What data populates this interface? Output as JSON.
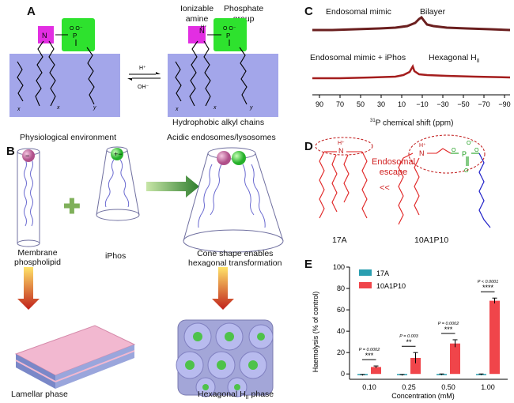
{
  "panel_a": {
    "label": "A",
    "ionizable_amine": [
      "Ionizable",
      "amine"
    ],
    "phosphate_group": [
      "Phosphate",
      "group"
    ],
    "forward": "H⁺",
    "reverse": "OH⁻",
    "physiological": "Physiological environment",
    "alkyl_chains": "Hydrophobic alkyl chains",
    "acidic": "Acidic endosomes/lysosomes",
    "sub_x": "x",
    "sub_y": "y",
    "colors": {
      "membrane": "#a3a6ea",
      "amine": "#e22ee2",
      "phosphate": "#2ee22e"
    }
  },
  "panel_b": {
    "label": "B",
    "membrane_phospholipid": [
      "Membrane",
      "phospholipid"
    ],
    "iphos": "iPhos",
    "cone": [
      "Cone shape enables",
      "hexagonal transformation"
    ],
    "lamellar": "Lamellar phase",
    "hexagonal": "Hexagonal H",
    "hexagonal_sub": "II",
    "hexagonal_suffix": " phase"
  },
  "panel_c": {
    "label": "C",
    "top_left": "Endosomal mimic",
    "top_right": "Bilayer",
    "bottom_left": "Endosomal mimic + iPhos",
    "bottom_right": "Hexagonal H",
    "bottom_right_sub": "II",
    "axis_label": "P chemical shift (ppm)",
    "axis_sup": "31",
    "ticks": [
      "90",
      "70",
      "50",
      "30",
      "10",
      "−10",
      "−30",
      "−50",
      "−70",
      "−90"
    ]
  },
  "panel_d": {
    "label": "D",
    "escape": [
      "Endosomal",
      "escape"
    ],
    "less": "<<",
    "left_name": "17A",
    "right_name": "10A1P10",
    "nh": "N",
    "h_plus": "H⁺"
  },
  "panel_e": {
    "label": "E",
    "chart_data": {
      "type": "bar",
      "categories": [
        "0.10",
        "0.25",
        "0.50",
        "1.00"
      ],
      "series": [
        {
          "name": "17A",
          "values": [
            -1,
            -1,
            -0.5,
            -0.5
          ],
          "errors": [
            0.5,
            0.5,
            0.5,
            0.5
          ],
          "color": "#2a9eb0"
        },
        {
          "name": "10A1P10",
          "values": [
            6.5,
            15,
            28.5,
            68.5
          ],
          "errors": [
            1,
            5,
            3.5,
            2.5
          ],
          "color": "#f0454a"
        }
      ],
      "xlabel": "Concentration (mM)",
      "ylabel": "Haemolysis (% of control)",
      "ylim": [
        -5,
        100
      ],
      "yticks": [
        0,
        20,
        40,
        60,
        80,
        100
      ],
      "annotations": [
        {
          "p": "P = 0.0002",
          "stars": "***"
        },
        {
          "p": "P = 0.003",
          "stars": "**"
        },
        {
          "p": "P = 0.0002",
          "stars": "***"
        },
        {
          "p": "P < 0.0001",
          "stars": "****"
        }
      ],
      "legend": "top-left"
    }
  }
}
